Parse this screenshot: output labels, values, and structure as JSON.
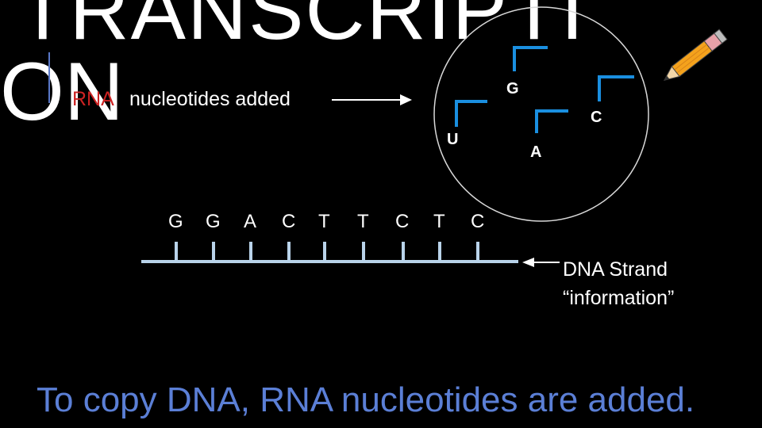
{
  "slide": {
    "title_line_1": "TRANSCRIPTI",
    "title_line_2": "ON",
    "rna_word": "RNA",
    "nucleotides_label": "nucleotides added",
    "free_nucleotides": [
      "U",
      "G",
      "A",
      "C"
    ],
    "dna_bases": [
      "G",
      "G",
      "A",
      "C",
      "T",
      "T",
      "C",
      "T",
      "C"
    ],
    "dna_strand_label": "DNA Strand",
    "dna_strand_sublabel": "“information”",
    "bottom_caption": "To copy DNA, RNA nucleotides are added.",
    "icons": [
      "pencil-icon"
    ],
    "colors": {
      "background": "#000000",
      "text": "#ffffff",
      "rna_accent": "#cc2222",
      "caption": "#5b7fd6",
      "strand": "#b9d3ea",
      "nucleotide": "#1a8fe0"
    }
  }
}
